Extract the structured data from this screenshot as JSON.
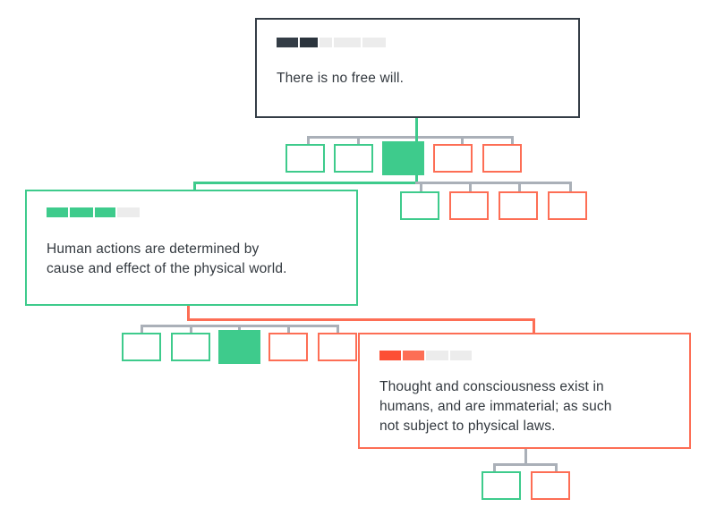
{
  "diagram": {
    "title": "Argument / debate tree",
    "colors": {
      "pro": "#3ecb8c",
      "con": "#fd6e55",
      "neutral": "#aab0b8",
      "root_border": "#343d46",
      "meter_empty": "#ececec",
      "text": "#33393f",
      "background": "#ffffff"
    },
    "cards": [
      {
        "id": "root",
        "stance": "neutral",
        "text": "There is no free will.",
        "meter": [
          "dark",
          "dark",
          "empty",
          "empty",
          "empty"
        ]
      },
      {
        "id": "pro-1",
        "stance": "pro",
        "text": "Human actions are determined by\ncause and effect of the physical world.",
        "meter": [
          "pro",
          "pro",
          "pro",
          "empty"
        ]
      },
      {
        "id": "con-1",
        "stance": "con",
        "text": "Thought and consciousness exist in\nhumans, and are immaterial; as such\nnot subject to physical laws.",
        "meter": [
          "con",
          "con",
          "empty",
          "empty"
        ]
      }
    ],
    "node_rows": [
      {
        "id": "row-under-root",
        "nodes": [
          "green-outline",
          "green-outline",
          "green-fill",
          "red-outline",
          "red-outline"
        ]
      },
      {
        "id": "row-under-root-right",
        "nodes": [
          "green-outline",
          "red-outline",
          "red-outline",
          "red-outline"
        ]
      },
      {
        "id": "row-under-pro-1",
        "nodes": [
          "green-outline",
          "green-outline",
          "green-fill",
          "red-outline",
          "red-outline"
        ]
      },
      {
        "id": "row-under-con-1",
        "nodes": [
          "green-outline",
          "red-outline"
        ]
      }
    ]
  }
}
